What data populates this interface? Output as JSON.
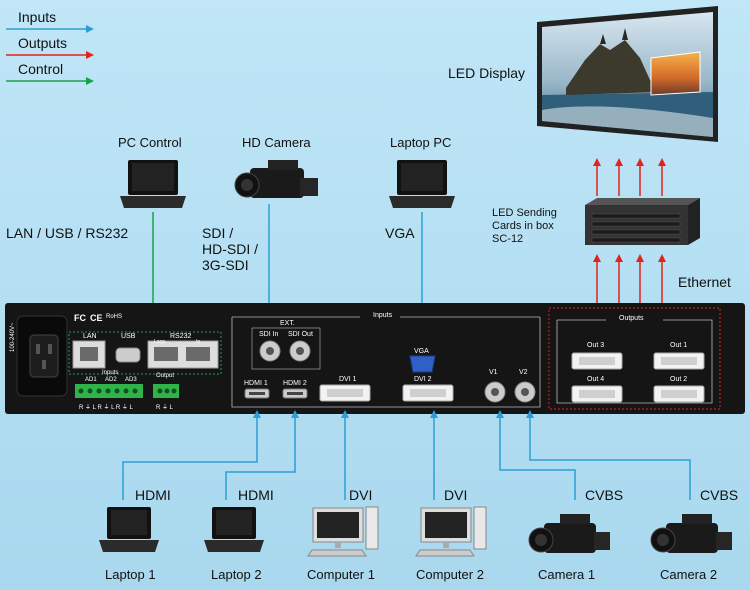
{
  "legend": {
    "inputs": "Inputs",
    "outputs": "Outputs",
    "control": "Control"
  },
  "colors": {
    "inputs": "#2a9fd6",
    "outputs": "#e2231a",
    "control": "#1aa14a",
    "chassis": "#151515"
  },
  "top_labels": {
    "led_display": "LED Display",
    "pc_control": "PC Control",
    "hd_camera": "HD Camera",
    "laptop_pc": "Laptop PC",
    "lan_usb_rs232": "LAN / USB / RS232",
    "sdi_line1": "SDI /",
    "sdi_line2": "HD-SDI /",
    "sdi_line3": "3G-SDI",
    "vga": "VGA",
    "sending_line1": "LED Sending",
    "sending_line2": "Cards in box",
    "sending_line3": "SC-12",
    "ethernet": "Ethernet"
  },
  "panel": {
    "inputs_title": "Inputs",
    "outputs_title": "Outputs",
    "ext": "EXT.",
    "sdi_in": "SDI In",
    "sdi_out": "SDI Out",
    "hdmi1": "HDMI 1",
    "hdmi2": "HDMI 2",
    "dvi1": "DVI 1",
    "dvi2": "DVI 2",
    "vga": "VGA",
    "v1": "V1",
    "v2": "V2",
    "out3": "Out 3",
    "out1": "Out 1",
    "out4": "Out 4",
    "out2": "Out 2",
    "lan": "LAN",
    "usb": "USB",
    "rs232": "RS232",
    "loop": "Loop",
    "in": "In",
    "audio_inputs": "Inputs",
    "ad1": "AD1",
    "ad2": "AD2",
    "ad3": "AD3",
    "output": "Output",
    "power": "100-240V~",
    "rl_labels": "R ⏚ L  R ⏚ L  R ⏚ L",
    "out_rl": "R ⏚ L",
    "cert_fc": "FC",
    "cert_ce": "CE",
    "cert_rohs": "RoHS"
  },
  "bottom": {
    "hdmi_a": "HDMI",
    "hdmi_b": "HDMI",
    "dvi_a": "DVI",
    "dvi_b": "DVI",
    "cvbs_a": "CVBS",
    "cvbs_b": "CVBS",
    "laptop1": "Laptop 1",
    "laptop2": "Laptop 2",
    "computer1": "Computer 1",
    "computer2": "Computer 2",
    "camera1": "Camera 1",
    "camera2": "Camera 2"
  }
}
